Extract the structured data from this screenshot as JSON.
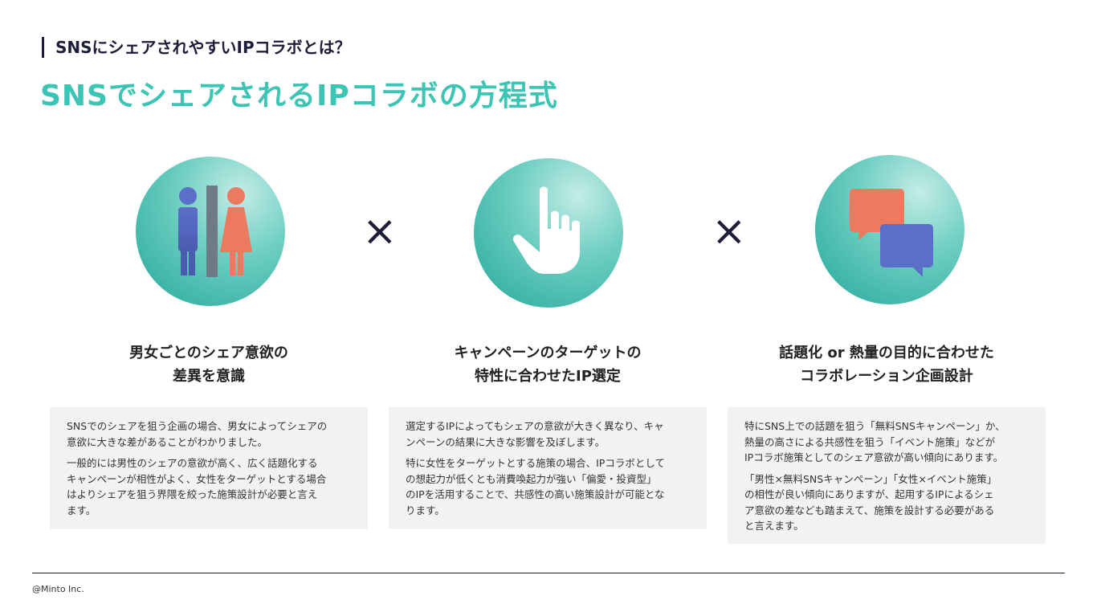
{
  "header": {
    "kicker": "SNSにシェアされやすいIPコラボとは？",
    "title": "SNSでシェアされるIPコラボの方程式"
  },
  "operator": "×",
  "columns": [
    {
      "icon": "restroom-icon",
      "heading": [
        "男女ごとのシェア意欲の",
        "差異を意識"
      ],
      "paragraphs": [
        [
          "SNSでのシェアを狙う企画の場合、男女によってシェアの",
          "意欲に大きな差があることがわかりました。"
        ],
        [
          "一般的には男性のシェアの意欲が高く、広く話題化する",
          "キャンペーンが相性がよく、女性をターゲットとする場合",
          "はよりシェアを狙う界隈を絞った施策設計が必要と言え",
          "ます。"
        ]
      ]
    },
    {
      "icon": "pointing-hand-icon",
      "heading": [
        "キャンペーンのターゲットの",
        "特性に合わせたIP選定"
      ],
      "paragraphs": [
        [
          "選定するIPによってもシェアの意欲が大きく異なり、キャ",
          "ンペーンの結果に大きな影響を及ぼします。"
        ],
        [
          "特に女性をターゲットとする施策の場合、IPコラボとして",
          "の想起力が低くとも消費喚起力が強い「偏愛・投資型」",
          "のIPを活用することで、共感性の高い施策設計が可能とな",
          "ります。"
        ]
      ]
    },
    {
      "icon": "chat-bubbles-icon",
      "heading": [
        "話題化 or 熱量の目的に合わせた",
        "コラボレーション企画設計"
      ],
      "paragraphs": [
        [
          "特にSNS上での話題を狙う「無料SNSキャンペーン」か、",
          "熱量の高さによる共感性を狙う「イベント施策」などが",
          "IPコラボ施策としてのシェア意欲が高い傾向にあります。"
        ],
        [
          "「男性×無料SNSキャンペーン」「女性×イベント施策」",
          "の相性が良い傾向にありますが、起用するIPによるシェ",
          "ア意欲の差なども踏まえて、施策を設計する必要がある",
          "と言えます。"
        ]
      ]
    }
  ],
  "footer": "@Minto Inc.",
  "colors": {
    "accent": "#3cc4b4",
    "navy": "#1d1d3a",
    "male": "#5b6fc9",
    "female": "#ec7a5e"
  }
}
